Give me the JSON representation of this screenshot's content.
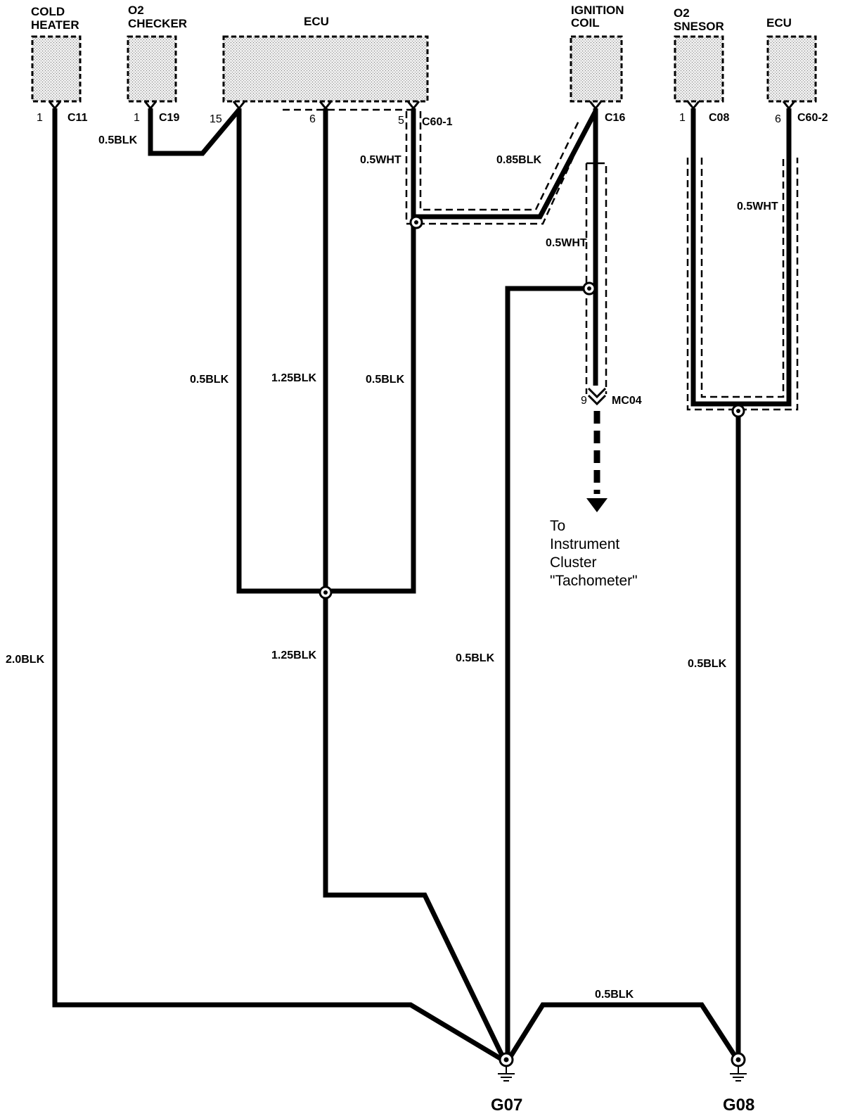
{
  "components": {
    "cold_heater": "COLD\nHEATER",
    "o2_checker": "O2\nCHECKER",
    "ecu_main": "ECU",
    "ignition_coil": "IGNITION\nCOIL",
    "o2_sensor": "O2\nSNESOR",
    "ecu_right": "ECU"
  },
  "connectors": {
    "c11": "C11",
    "c19": "C19",
    "c60_1": "C60-1",
    "c16": "C16",
    "c08": "C08",
    "c60_2": "C60-2",
    "mc04": "MC04"
  },
  "pins": {
    "cold_heater": "1",
    "o2_checker": "1",
    "ecu_15": "15",
    "ecu_6": "6",
    "ecu_5": "5",
    "o2_sensor": "1",
    "ecu_right": "6",
    "mc04": "9"
  },
  "wires": {
    "w_o2check": "0.5BLK",
    "w_c60_1": "0.5WHT",
    "w_coil_diag": "0.85BLK",
    "w_coil_down": "0.5WHT",
    "w_right_shield": "0.5WHT",
    "w_ecu15": "0.5BLK",
    "w_ecu6": "1.25BLK",
    "w_ecu5": "0.5BLK",
    "w_heater": "2.0BLK",
    "w_main_down": "1.25BLK",
    "w_coil_to_g07": "0.5BLK",
    "w_o2_down": "0.5BLK",
    "w_g07_g08": "0.5BLK"
  },
  "destination": {
    "line1": "To",
    "line2": "Instrument",
    "line3": "Cluster",
    "line4": "\"Tachometer\""
  },
  "grounds": {
    "g07": "G07",
    "g08": "G08"
  }
}
